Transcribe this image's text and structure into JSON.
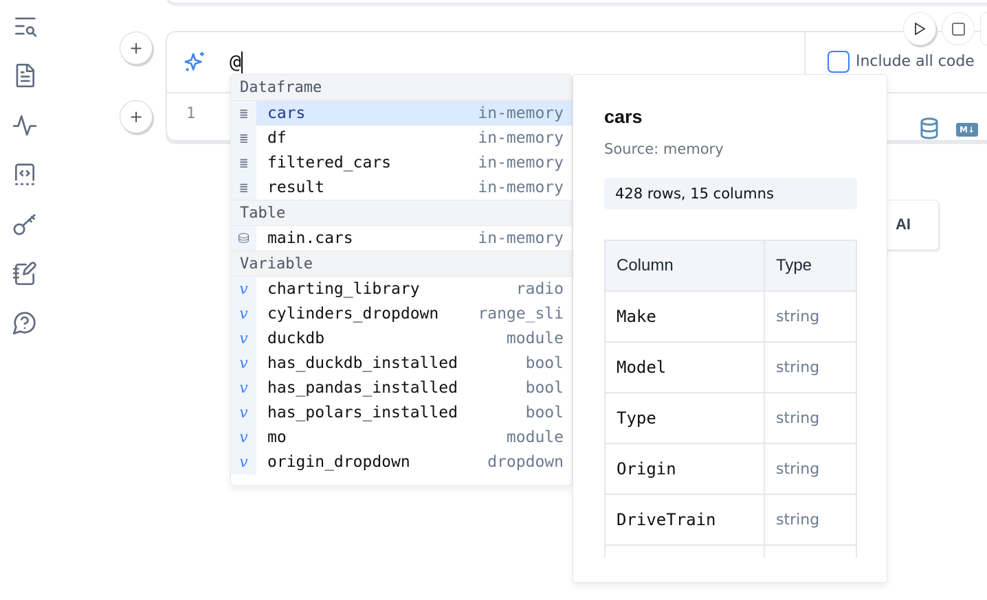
{
  "sidebar": {
    "items": [
      {
        "icon": "outline-search-icon"
      },
      {
        "icon": "file-text-icon"
      },
      {
        "icon": "activity-icon"
      },
      {
        "icon": "code-snippet-icon"
      },
      {
        "icon": "key-icon"
      },
      {
        "icon": "notebook-pen-icon"
      },
      {
        "icon": "help-message-icon"
      }
    ]
  },
  "cell": {
    "prompt_value": "@",
    "line_number": "1",
    "include_all_code": "Include all code",
    "include_all_checked": false,
    "ai_button_fragment": "AI"
  },
  "colors": {
    "accent": "#3b82f6",
    "selected_row": "#dbeafe",
    "icon_blue": "#5b8db0"
  },
  "dropdown": {
    "groups": [
      {
        "label": "Dataframe",
        "items": [
          {
            "name": "cars",
            "type": "in-memory",
            "selected": true
          },
          {
            "name": "df",
            "type": "in-memory"
          },
          {
            "name": "filtered_cars",
            "type": "in-memory"
          },
          {
            "name": "result",
            "type": "in-memory"
          }
        ]
      },
      {
        "label": "Table",
        "items": [
          {
            "name": "main.cars",
            "type": "in-memory"
          }
        ]
      },
      {
        "label": "Variable",
        "items": [
          {
            "name": "charting_library",
            "type": "radio"
          },
          {
            "name": "cylinders_dropdown",
            "type": "range_sli"
          },
          {
            "name": "duckdb",
            "type": "module"
          },
          {
            "name": "has_duckdb_installed",
            "type": "bool"
          },
          {
            "name": "has_pandas_installed",
            "type": "bool"
          },
          {
            "name": "has_polars_installed",
            "type": "bool"
          },
          {
            "name": "mo",
            "type": "module"
          },
          {
            "name": "origin_dropdown",
            "type": "dropdown"
          }
        ]
      }
    ]
  },
  "info": {
    "title": "cars",
    "source": "Source: memory",
    "stats": "428 rows, 15 columns",
    "headers": [
      "Column",
      "Type"
    ],
    "rows": [
      [
        "Make",
        "string"
      ],
      [
        "Model",
        "string"
      ],
      [
        "Type",
        "string"
      ],
      [
        "Origin",
        "string"
      ],
      [
        "DriveTrain",
        "string"
      ]
    ]
  }
}
